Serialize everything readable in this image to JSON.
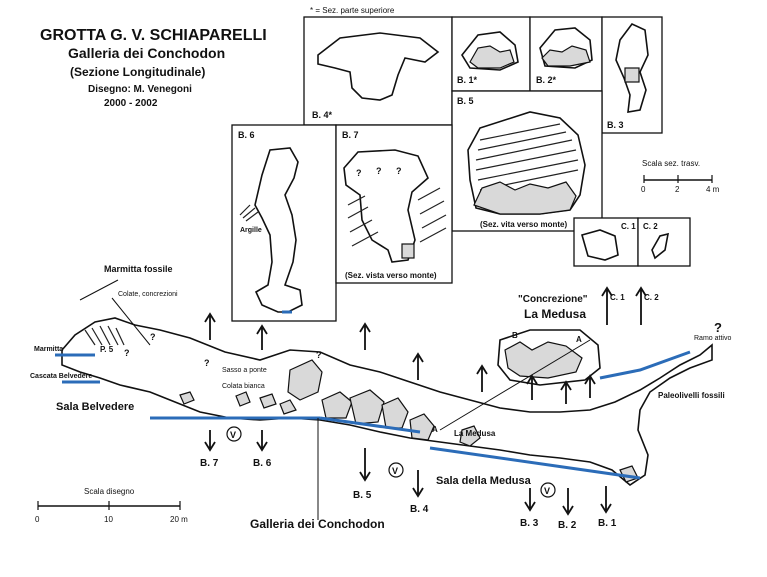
{
  "header": {
    "title": "GROTTA G. V. SCHIAPARELLI",
    "subtitle": "Galleria dei Conchodon",
    "section": "(Sezione Longitudinale)",
    "drawing": "Disegno: M. Venegoni",
    "years": "2000 - 2002"
  },
  "note_top": "* = Sez. parte superiore",
  "sections": {
    "b4": "B. 4*",
    "b1": "B. 1*",
    "b2": "B. 2*",
    "b3": "B. 3",
    "b5": "B. 5",
    "b5_caption": "(Sez. vita verso monte)",
    "b6": "B. 6",
    "b6_label": "Argille",
    "b7": "B. 7",
    "b7_caption": "(Sez. vista verso monte)",
    "b7_q1": "?",
    "b7_q2": "?",
    "b7_q3": "?",
    "c1": "C. 1",
    "c2": "C. 2"
  },
  "scale_trasv": {
    "title": "Scala sez. trasv.",
    "ticks": [
      "0",
      "2",
      "4 m"
    ]
  },
  "scale_disegno": {
    "title": "Scala disegno",
    "ticks": [
      "0",
      "10",
      "20 m"
    ]
  },
  "concrezione": {
    "quoted": "\"Concrezione\"",
    "name": "La Medusa",
    "c1": "C. 1",
    "c2": "C. 2",
    "a_label": "A",
    "b_label": "B"
  },
  "labels": {
    "marmitta_fossile": "Marmitta fossile",
    "colate": "Colate, concrezioni",
    "marmitta": "Marmitta",
    "cascata": "Cascata Belvedere",
    "p5": "P. 5",
    "sala_belvedere": "Sala Belvedere",
    "sasso": "Sasso a ponte",
    "colata_bianca": "Colata bianca",
    "la_medusa": "La Medusa",
    "sala_medusa": "Sala della Medusa",
    "galleria": "Galleria dei Conchodon",
    "paleolivelli": "Paleolivelli fossili",
    "ramo_attivo": "Ramo attivo",
    "q1": "?",
    "q2": "?",
    "q3": "?",
    "q4": "?",
    "big_q": "?",
    "a_small": "A"
  },
  "section_markers": {
    "b7": "B. 7",
    "b6": "B. 6",
    "b5": "B. 5",
    "b4": "B. 4",
    "b3": "B. 3",
    "b2": "B. 2",
    "b1": "B. 1",
    "v": "V"
  },
  "colors": {
    "water": "#2b6cb8",
    "line": "#111111",
    "rock": "#d9d9d9"
  }
}
